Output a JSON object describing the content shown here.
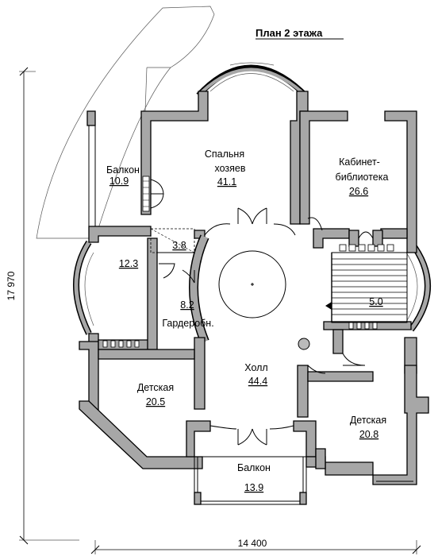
{
  "plan": {
    "title": "План 2 этажа",
    "width_dimension": "14 400",
    "height_dimension": "17 970"
  },
  "rooms": [
    {
      "id": "balcony-left",
      "name": "Балкон",
      "area": "10.9"
    },
    {
      "id": "master-bedroom",
      "name_line1": "Спальня",
      "name_line2": "хозяев",
      "area": "41.1"
    },
    {
      "id": "study-library",
      "name_line1": "Кабинет-",
      "name_line2": "библиотека",
      "area": "26.6"
    },
    {
      "id": "bay-room",
      "area": "12.3"
    },
    {
      "id": "bathroom",
      "area": "3.8"
    },
    {
      "id": "wardrobe",
      "name": "Гардеробн.",
      "area": "8.2"
    },
    {
      "id": "stairs",
      "area": "5.0"
    },
    {
      "id": "hall",
      "name": "Холл",
      "area": "44.4"
    },
    {
      "id": "kids-left",
      "name": "Детская",
      "area": "20.5"
    },
    {
      "id": "kids-right",
      "name": "Детская",
      "area": "20.8"
    },
    {
      "id": "balcony-bottom",
      "name": "Балкон",
      "area": "13.9"
    }
  ],
  "colors": {
    "wall_fill": "#a7a7a7",
    "line": "#000000",
    "background": "#ffffff"
  }
}
